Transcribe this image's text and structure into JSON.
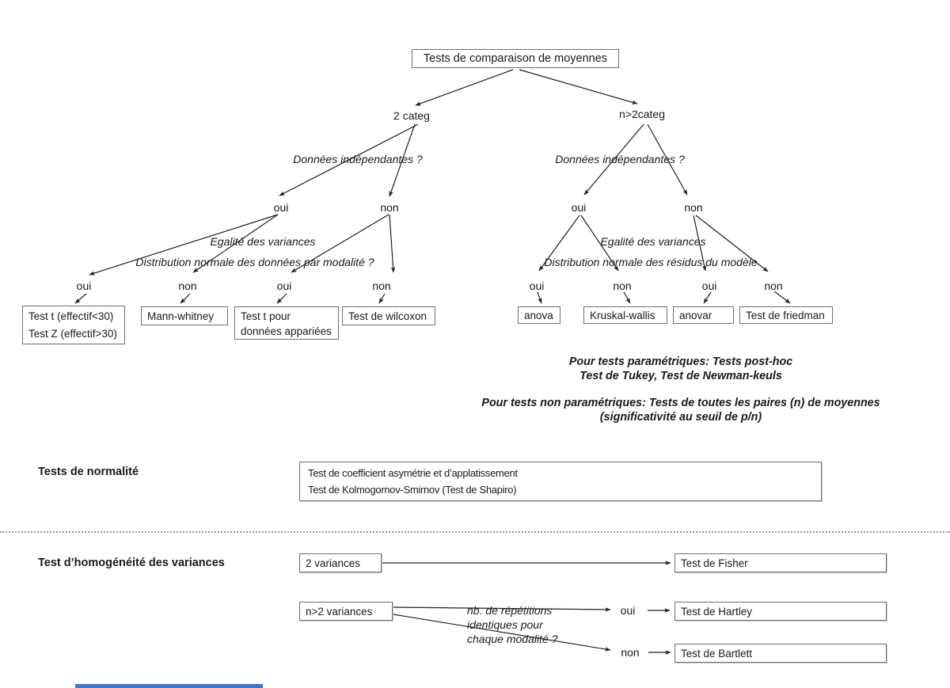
{
  "diagram": {
    "title": "Tests de comparaison de moyennes",
    "branch2": "2 categ",
    "branchN": "n>2categ",
    "q_indep": "Données indépendantes ?",
    "oui": "oui",
    "non": "non",
    "left": {
      "q_var": "Egalité des variances",
      "q_norm": "Distribution normale des données par modalité ?",
      "leaf1a": "Test t (effectif<30)",
      "leaf1b": "Test Z (effectif>30)",
      "leaf2": "Mann-whitney",
      "leaf3": "Test t pour données appariées",
      "leaf4": "Test de wilcoxon"
    },
    "right": {
      "q_var": "Egalité des variances",
      "q_norm": "Distribution normale des résidus du modèle",
      "leaf1": "anova",
      "leaf2": "Kruskal-wallis",
      "leaf3": "anovar",
      "leaf4": "Test de friedman"
    },
    "notes": {
      "line1": "Pour tests paramétriques: Tests post-hoc",
      "line2": "Test de Tukey, Test de Newman-keuls",
      "line3": "Pour tests non paramétriques: Tests de toutes les paires (n) de moyennes",
      "line4": "(significativité au seuil de p/n)"
    }
  },
  "normality": {
    "label": "Tests de normalité",
    "box_line1": "Test de coefficient asymétrie et d’applatissement",
    "box_line2": "Test de Kolmogornov-Smirnov (Test de Shapiro)"
  },
  "homogeneity": {
    "label": "Test d’homogénéité des variances",
    "two_var": "2 variances",
    "fisher": "Test de Fisher",
    "n_var": "n>2 variances",
    "question_l1": "nb. de répétitions",
    "question_l2": "identiques pour",
    "question_l3": "chaque modalité ?",
    "oui": "oui",
    "non": "non",
    "hartley": "Test de Hartley",
    "bartlett": "Test de Bartlett"
  },
  "footer": {
    "accent_color": "#4472C4"
  }
}
